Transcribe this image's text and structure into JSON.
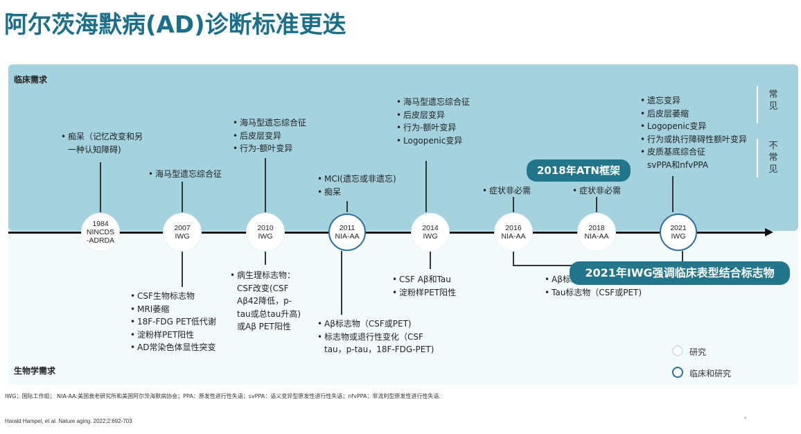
{
  "title": "阿尔茨海默病(AD)诊断标准更迭",
  "labels": {
    "clinical_needs": "临床需求",
    "biological_needs": "生物学需求",
    "common": [
      "常",
      "见"
    ],
    "uncommon": [
      "不",
      "常",
      "见"
    ]
  },
  "nodes": [
    {
      "year": "1984",
      "name_lines": [
        "NINCDS",
        "-ADRDA"
      ],
      "type": "research"
    },
    {
      "year": "2007",
      "name_lines": [
        "IWG"
      ],
      "type": "research"
    },
    {
      "year": "2010",
      "name_lines": [
        "IWG"
      ],
      "type": "research"
    },
    {
      "year": "2011",
      "name_lines": [
        "NIA-AA"
      ],
      "type": "clinical"
    },
    {
      "year": "2014",
      "name_lines": [
        "IWG"
      ],
      "type": "research"
    },
    {
      "year": "2016",
      "name_lines": [
        "NIA-AA"
      ],
      "type": "research"
    },
    {
      "year": "2018",
      "name_lines": [
        "NIA-AA"
      ],
      "type": "research"
    },
    {
      "year": "2021",
      "name_lines": [
        "IWG"
      ],
      "type": "clinical"
    }
  ],
  "clinical": {
    "c1984": [
      {
        "t": "痴呆（记忆改变和另",
        "b": true
      },
      {
        "t": "一种认知障碍)",
        "b": false
      }
    ],
    "c2007": [
      "海马型遗忘综合征"
    ],
    "c2010": [
      "海马型遗忘综合征",
      "后皮层变异",
      "行为-额叶变异"
    ],
    "c2011": [
      "MCI(遗忘或非遗忘)",
      "痴呆"
    ],
    "c2014": [
      "海马型遗忘综合征",
      "后皮层变异",
      "行为-额叶变异",
      "Logopenic变异"
    ],
    "c2016": [
      "症状非必需"
    ],
    "c2018": [
      "症状非必需"
    ],
    "c2021": [
      "遗忘变异",
      "后皮层萎缩",
      "Logopenic变异",
      "行为或执行障碍性额叶变异",
      "皮质基底综合征",
      "svPPA和nfvPPA"
    ]
  },
  "biological": {
    "b2007": [
      "CSF生物标志物",
      "MRI萎缩",
      "18F-FDG PET低代谢",
      "淀粉样PET阳性",
      "AD常染色体显性突变"
    ],
    "b2010": [
      {
        "t": "病生理标志物：",
        "b": true
      },
      {
        "t": "CSF改变(CSF",
        "b": false
      },
      {
        "t": "Aβ42降低，p-",
        "b": false
      },
      {
        "t": "tau或总tau升高)",
        "b": false
      },
      {
        "t": "或Aβ PET阳性",
        "b": false
      }
    ],
    "b2011": [
      {
        "t": "Aβ标志物（CSF或PET)",
        "b": true
      },
      {
        "t": "标志物或退行性变化（CSF",
        "b": true
      },
      {
        "t": "tau，p-tau，18F-FDG-PET)",
        "b": false
      }
    ],
    "b2014": [
      "CSF Aβ和Tau",
      "淀粉样PET阳性"
    ],
    "b2016": [
      "Aβ标志物（CSF或PET)",
      "Tau标志物（CSF或PET)"
    ]
  },
  "badges": {
    "atn": "2018年ATN框架",
    "iwg2021": "2021年IWG强调临床表型结合标志物"
  },
  "legend": {
    "research": "研究",
    "clinical_research": "临床和研究"
  },
  "colors": {
    "accent": "#22768b",
    "panel_top": "#a4d2de",
    "panel_bottom": "#f3fafc",
    "title": "#1a6f8a",
    "clinical_ring": "#2b6e9e"
  },
  "footnote": "IWG：国际工作组；  NIA-AA:美国衰老研究所和美国阿尔茨海默病协会；PPA：原发性进行性失语；svPPA：语义变异型原发性进行性失语；nfvPPA：非流利型原发性进行性失语.",
  "reference": "Harald Hampel, et al. Nature aging. 2022;2:692-703",
  "star": "*"
}
